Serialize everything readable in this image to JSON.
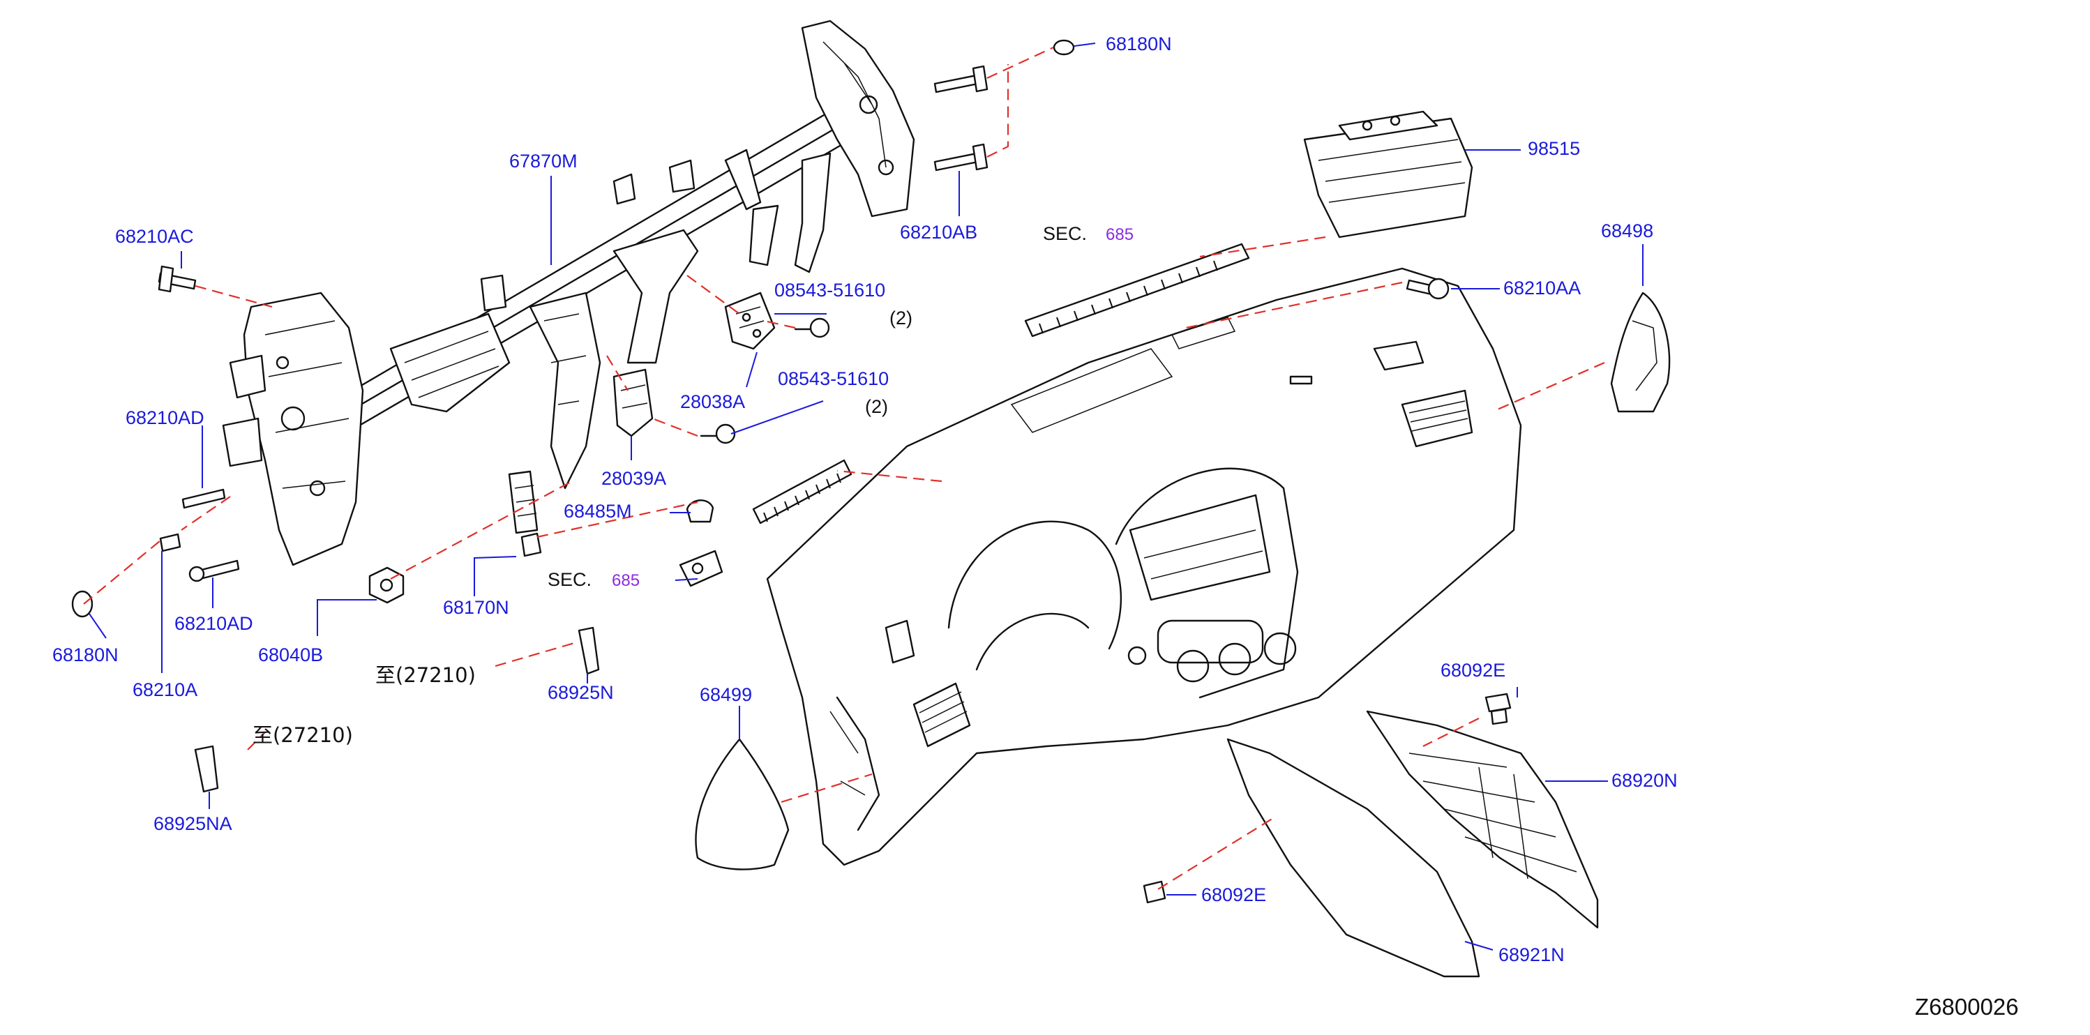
{
  "diagram_id": "Z6800026",
  "colors": {
    "label": "#1a1adc",
    "section_number": "#8a2be2",
    "dashed_link": "#e0302a",
    "ink": "#111111"
  },
  "parts": {
    "p68180N_top": "68180N",
    "p68210AB": "68210AB",
    "p98515": "98515",
    "p67870M": "67870M",
    "p68210AC": "68210AC",
    "p08543_1": "08543-51610",
    "p08543_1_qty": "(2)",
    "p28038A": "28038A",
    "p08543_2": "08543-51610",
    "p08543_2_qty": "(2)",
    "p28039A": "28039A",
    "p68485M": "68485M",
    "p68210AD_top": "68210AD",
    "p68210AD_bottom": "68210AD",
    "p68180N_left": "68180N",
    "p68210A": "68210A",
    "p68040B": "68040B",
    "p68170N": "68170N",
    "p68925N": "68925N",
    "p68925NA": "68925NA",
    "p68498": "68498",
    "p68210AA": "68210AA",
    "p68499": "68499",
    "p68092E_top": "68092E",
    "p68920N": "68920N",
    "p68092E_bottom": "68092E",
    "p68921N": "68921N"
  },
  "sections": {
    "sec_top": {
      "word": "SEC.",
      "number": "685"
    },
    "sec_mid": {
      "word": "SEC.",
      "number": "685"
    }
  },
  "refs": {
    "to_27210_a": "至(27210)",
    "to_27210_b": "至(27210)"
  },
  "icons": {
    "steering_member": "crossbar-frame-icon",
    "instrument_panel": "dashboard-icon",
    "airbag": "airbag-module-icon",
    "bolt": "bolt-icon",
    "clip": "clip-icon",
    "nut": "nut-icon"
  }
}
